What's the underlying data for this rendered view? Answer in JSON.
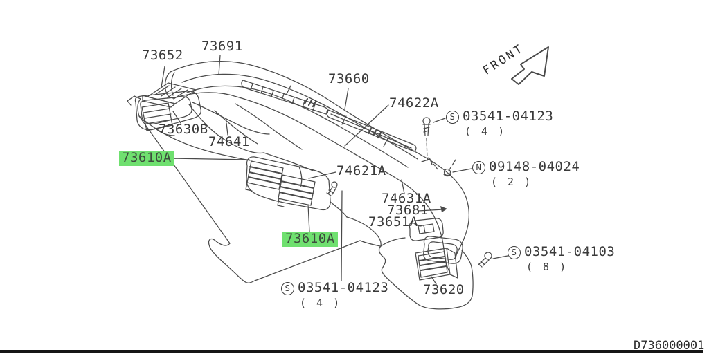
{
  "diagram": {
    "title": "Instrument panel ventilator duct parts diagram",
    "doc_number": "D736000001",
    "front_indicator": "FRONT",
    "highlight_color": "#6fe06f",
    "line_color": "#4a4a4a",
    "highlighted_parts": [
      "73610A"
    ]
  },
  "labels": {
    "p73652": "73652",
    "p73691": "73691",
    "p73660": "73660",
    "p74622a": "74622A",
    "p73630b": "73630B",
    "p74641": "74641",
    "p73610a_first": "73610A",
    "p74621a": "74621A",
    "p74631a": "74631A",
    "p73681": "73681",
    "p73651a": "73651A",
    "p73610a_second": "73610A",
    "p73620": "73620"
  },
  "fasteners": {
    "screw_top": {
      "prefix": "S",
      "number": "03541-04123",
      "qty": "( 4 )"
    },
    "nut": {
      "prefix": "N",
      "number": "09148-04024",
      "qty": "( 2 )"
    },
    "screw_right": {
      "prefix": "S",
      "number": "03541-04103",
      "qty": "( 8 )"
    },
    "screw_bottom": {
      "prefix": "S",
      "number": "03541-04123",
      "qty": "( 4 )"
    }
  }
}
